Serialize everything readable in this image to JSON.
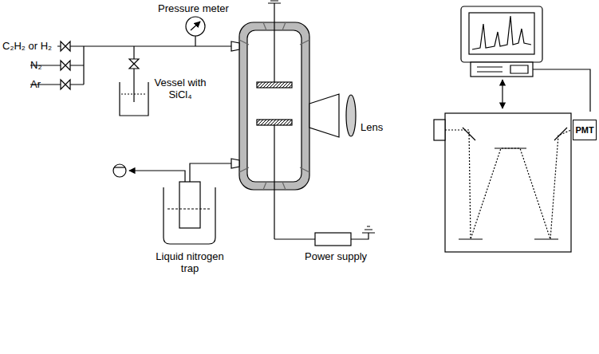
{
  "diagram": {
    "nodes": [
      {
        "text": [
          "PMT"
        ]
      }
    ],
    "labels": [
      "C₂H₂ or H₂",
      "N₂",
      "Ar",
      "Pressure meter",
      "Vessel with SiCl₄",
      "Lens",
      "Liquid nitrogen trap",
      "Power supply"
    ]
  }
}
